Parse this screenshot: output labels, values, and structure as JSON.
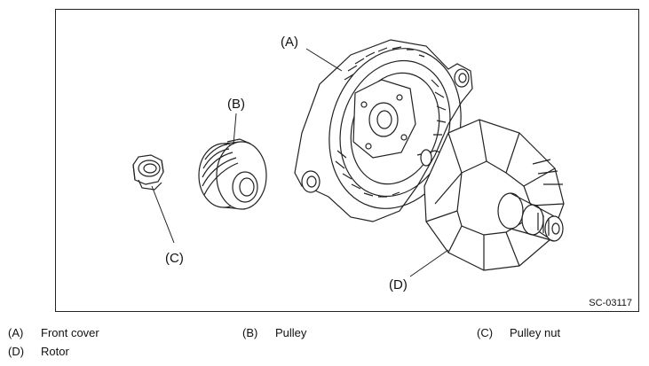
{
  "diagram": {
    "code": "SC-03117",
    "callouts": {
      "A": "(A)",
      "B": "(B)",
      "C": "(C)",
      "D": "(D)"
    }
  },
  "legend": [
    {
      "letter": "(A)",
      "text": "Front cover"
    },
    {
      "letter": "(B)",
      "text": "Pulley"
    },
    {
      "letter": "(C)",
      "text": "Pulley nut"
    },
    {
      "letter": "(D)",
      "text": "Rotor"
    }
  ]
}
